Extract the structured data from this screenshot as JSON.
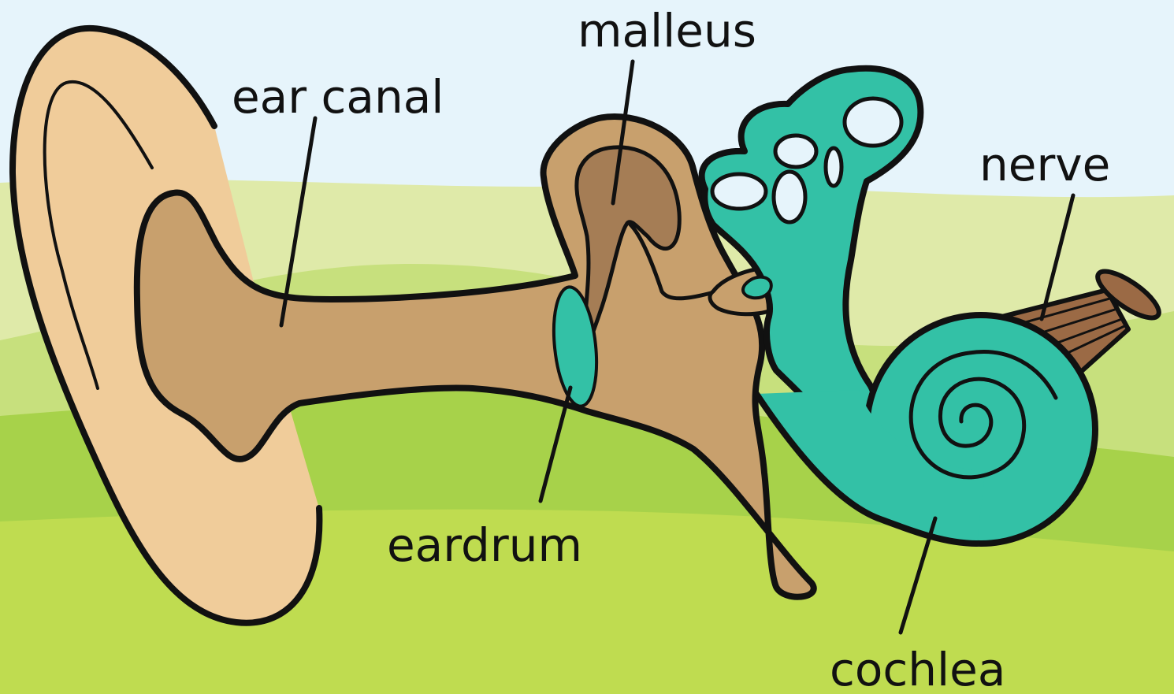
{
  "diagram": {
    "labels": {
      "malleus": "malleus",
      "ear_canal": "ear canal",
      "nerve": "nerve",
      "eardrum": "eardrum",
      "cochlea": "cochlea"
    }
  },
  "colors": {
    "sky": "#e6f4fb",
    "hill_light": "#dfeaa9",
    "hill_mid": "#c7e07d",
    "hill_green": "#a7d24a",
    "hill_front": "#bfdc50",
    "outer_ear": "#f0cc9a",
    "canal": "#c8a06d",
    "bone_dark": "#a57d55",
    "teal": "#33c1a6",
    "nerve": "#9b6a45",
    "outline": "#111111"
  }
}
